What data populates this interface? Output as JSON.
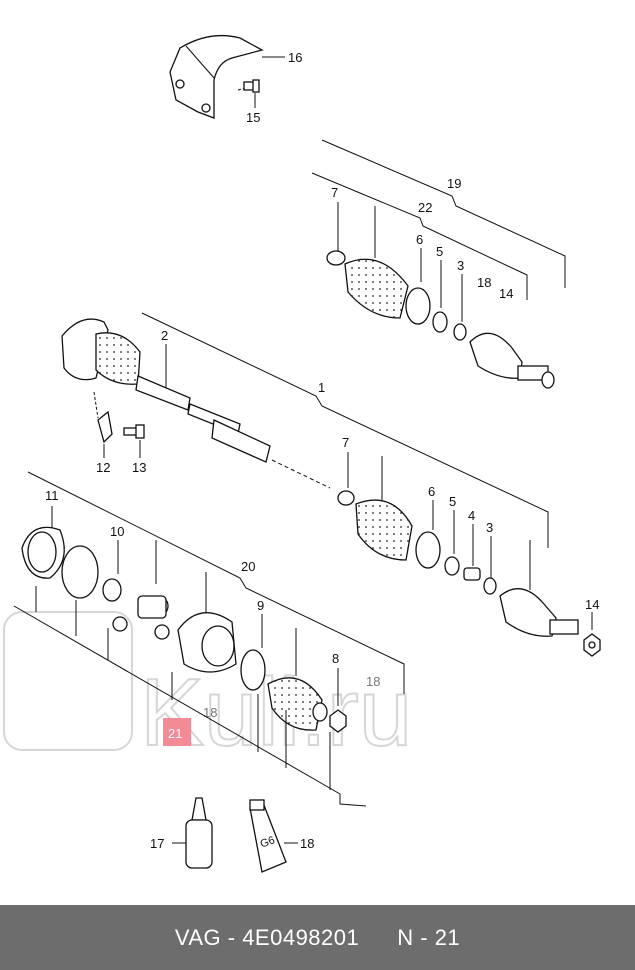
{
  "watermark": "Kuli.ru",
  "callouts": {
    "c16": "16",
    "c15": "15",
    "c19": "19",
    "c22": "22",
    "c7a": "7",
    "c6a": "6",
    "c5a": "5",
    "c3a": "3",
    "c18a": "18",
    "c14a": "14",
    "c2": "2",
    "c1": "1",
    "c12": "12",
    "c13": "13",
    "c7b": "7",
    "c6b": "6",
    "c5b": "5",
    "c4": "4",
    "c3b": "3",
    "c14b": "14",
    "c11": "11",
    "c10": "10",
    "c20": "20",
    "c9": "9",
    "c8": "8",
    "c18b": "18",
    "c18c": "18",
    "c21": "21",
    "c17": "17",
    "c18d": "18"
  },
  "tube_label": "G6",
  "footer": {
    "part_ref": "VAG - 4E0498201",
    "page_ref": "N - 21"
  },
  "colors": {
    "highlight": "#f28b96",
    "footer_bg": "#6d6d6d"
  }
}
